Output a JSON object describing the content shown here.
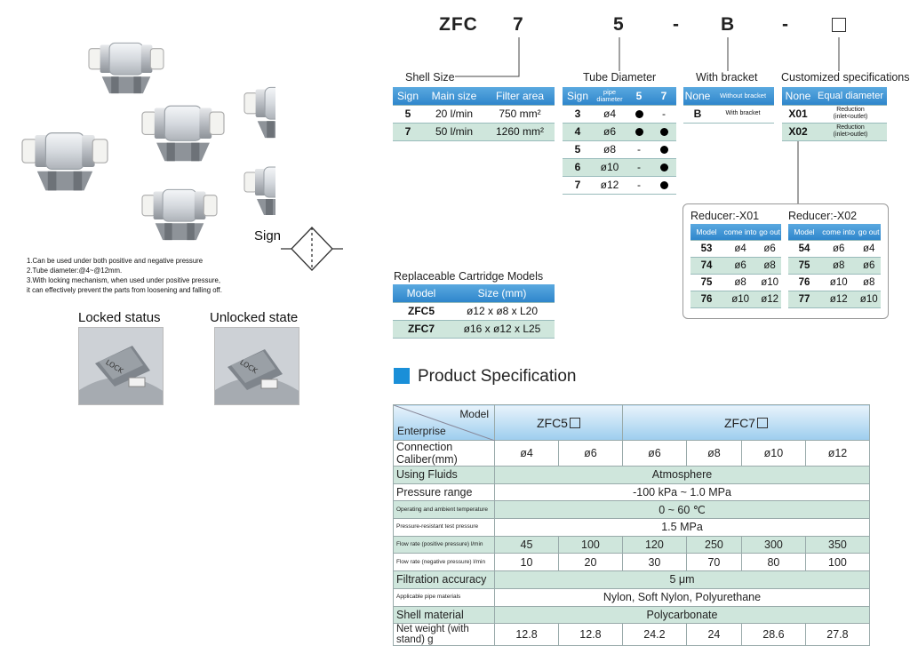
{
  "model_code": {
    "series": "ZFC",
    "shell": "7",
    "tube": "5",
    "dash1": "-",
    "bracket": "B",
    "dash2": "-"
  },
  "shell_size": {
    "title": "Shell Size",
    "headers": [
      "Sign",
      "Main size",
      "Filter area"
    ],
    "rows": [
      [
        "5",
        "20 l/min",
        "750 mm²"
      ],
      [
        "7",
        "50 l/min",
        "1260 mm²"
      ]
    ]
  },
  "tube_diameter": {
    "title": "Tube Diameter",
    "headers": [
      "Sign",
      "pipe diameter",
      "5",
      "7"
    ],
    "rows": [
      [
        "3",
        "ø4",
        "●",
        "-"
      ],
      [
        "4",
        "ø6",
        "●",
        "●"
      ],
      [
        "5",
        "ø8",
        "-",
        "●"
      ],
      [
        "6",
        "ø10",
        "-",
        "●"
      ],
      [
        "7",
        "ø12",
        "-",
        "●"
      ]
    ]
  },
  "bracket": {
    "title": "With bracket",
    "rows": [
      [
        "None",
        "Without bracket"
      ],
      [
        "B",
        "With bracket"
      ]
    ]
  },
  "customized": {
    "title": "Customized specifications",
    "header": [
      "None",
      "Equal diameter"
    ],
    "rows": [
      [
        "X01",
        "Reduction",
        "(inlet<outlet)"
      ],
      [
        "X02",
        "Reduction",
        "(inlet>outlet)"
      ]
    ]
  },
  "reducer_x01": {
    "title": "Reducer:-X01",
    "headers": [
      "Model",
      "come into",
      "go out"
    ],
    "rows": [
      [
        "53",
        "ø4",
        "ø6"
      ],
      [
        "74",
        "ø6",
        "ø8"
      ],
      [
        "75",
        "ø8",
        "ø10"
      ],
      [
        "76",
        "ø10",
        "ø12"
      ]
    ]
  },
  "reducer_x02": {
    "title": "Reducer:-X02",
    "headers": [
      "Model",
      "come into",
      "go out"
    ],
    "rows": [
      [
        "54",
        "ø6",
        "ø4"
      ],
      [
        "75",
        "ø8",
        "ø6"
      ],
      [
        "76",
        "ø10",
        "ø8"
      ],
      [
        "77",
        "ø12",
        "ø10"
      ]
    ]
  },
  "cartridge": {
    "title": "Replaceable Cartridge Models",
    "headers": [
      "Model",
      "Size (mm)"
    ],
    "rows": [
      [
        "ZFC5",
        "ø12 x ø8 x L20"
      ],
      [
        "ZFC7",
        "ø16 x ø12 x L25"
      ]
    ]
  },
  "spec": {
    "title": "Product Specification",
    "header_model": "Model",
    "header_enterprise": "Enterprise",
    "zfc5": "ZFC5",
    "zfc7": "ZFC7",
    "caliber_label": "Connection Caliber(mm)",
    "caliber": [
      "ø4",
      "ø6",
      "ø6",
      "ø8",
      "ø10",
      "ø12"
    ],
    "fluids_label": "Using Fluids",
    "fluids": "Atmosphere",
    "pressure_label": "Pressure range",
    "pressure": "-100 kPa ~ 1.0 MPa",
    "temp_label": "Operating and ambient temperature",
    "temp": "0 ~ 60 ℃",
    "test_label": "Pressure-resistant test pressure",
    "test": "1.5 MPa",
    "flow_pos_label": "Flow rate (positive pressure) l/min",
    "flow_pos": [
      "45",
      "100",
      "120",
      "250",
      "300",
      "350"
    ],
    "flow_neg_label": "Flow rate (negative pressure) l/min",
    "flow_neg": [
      "10",
      "20",
      "30",
      "70",
      "80",
      "100"
    ],
    "filtration_label": "Filtration accuracy",
    "filtration": "5 μm",
    "pipe_label": "Applicable pipe materials",
    "pipe": "Nylon, Soft Nylon, Polyurethane",
    "shell_label": "Shell material",
    "shell": "Polycarbonate",
    "weight_label": "Net weight (with stand) g",
    "weight": [
      "12.8",
      "12.8",
      "24.2",
      "24",
      "28.6",
      "27.8"
    ]
  },
  "sign_label": "Sign",
  "notes": [
    "1.Can be used under both positive and negative pressure",
    "2.Tube diameter:@4~@12mm.",
    "3.With locking mechanism, when used under positive pressure,",
    "it can effectively prevent the parts from loosening and falling off."
  ],
  "locked_label": "Locked status",
  "unlocked_label": "Unlocked state",
  "lock_text": "LOCK",
  "colors": {
    "header_blue": "#2f86cc",
    "row_green": "#cfe6dc",
    "spec_square": "#1a8fd8"
  }
}
